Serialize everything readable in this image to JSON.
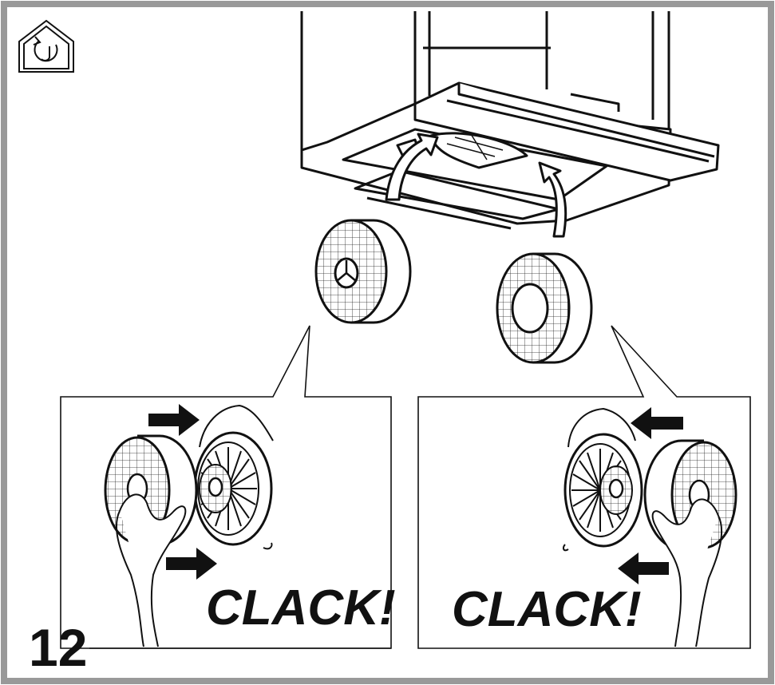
{
  "step_number": "12",
  "callouts": {
    "left": {
      "sound_text": "CLACK!"
    },
    "right": {
      "sound_text": "CLACK!"
    }
  },
  "icons": {
    "recirculation": "house-recirculation-icon"
  },
  "colors": {
    "frame": "#999999",
    "line": "#111111",
    "background": "#ffffff"
  }
}
